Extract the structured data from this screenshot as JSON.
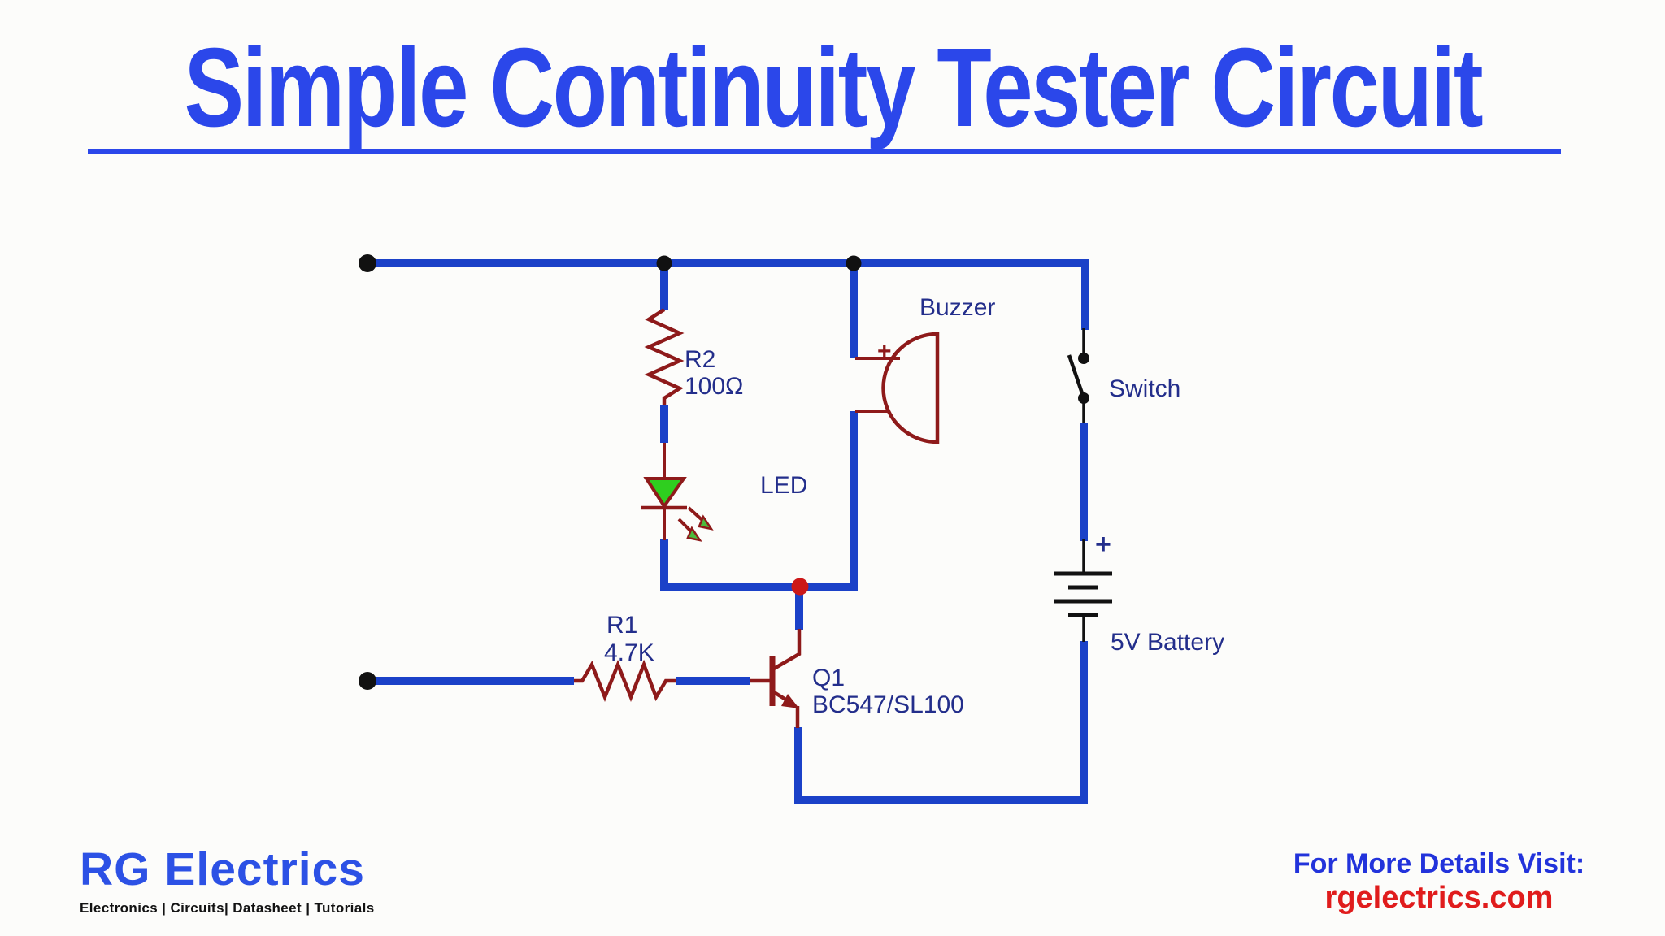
{
  "header": {
    "title": "Simple Continuity Tester Circuit"
  },
  "circuit": {
    "r2": {
      "ref": "R2",
      "value": "100Ω"
    },
    "led": {
      "label": "LED"
    },
    "buzzer": {
      "label": "Buzzer",
      "plus": "+"
    },
    "switch": {
      "label": "Switch"
    },
    "battery": {
      "label": "5V Battery",
      "plus": "+"
    },
    "r1": {
      "ref": "R1",
      "value": "4.7K"
    },
    "q1": {
      "ref": "Q1",
      "part": "BC547/SL100"
    }
  },
  "branding": {
    "logo": "RG Electrics",
    "tagline": "Electronics | Circuits| Datasheet | Tutorials"
  },
  "footer": {
    "visit": "For More Details Visit:",
    "url": "rgelectrics.com"
  },
  "colors": {
    "wire_blue": "#1B41C8",
    "component_red": "#8E1A1A",
    "label_navy": "#232E8B",
    "title_blue": "#2B47EA",
    "junction_red": "#CC1818",
    "led_green": "#2FCE1F",
    "url_red": "#E01C1C",
    "logo_blue": "#2C51E5",
    "black": "#111111"
  }
}
